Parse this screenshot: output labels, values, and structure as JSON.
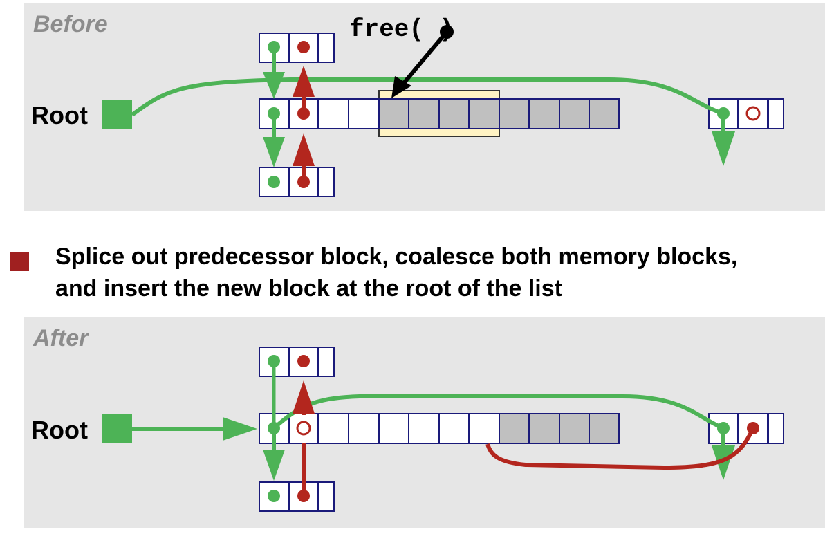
{
  "before": {
    "panel_label": "Before",
    "root_label": "Root",
    "free_call": "free(",
    "free_call_close": ")"
  },
  "bullet": {
    "line1": "Splice out predecessor block, coalesce both memory blocks,",
    "line2": "and insert the new block at the root of the list"
  },
  "after": {
    "panel_label": "After",
    "root_label": "Root"
  },
  "colors": {
    "panel_bg": "#e6e6e6",
    "green": "#4db356",
    "red": "#b3261e",
    "block_border": "#1a1a7a",
    "allocated_gray": "#c0c0c0",
    "highlight_fill": "#fff3c4",
    "bullet_red": "#a02020"
  }
}
